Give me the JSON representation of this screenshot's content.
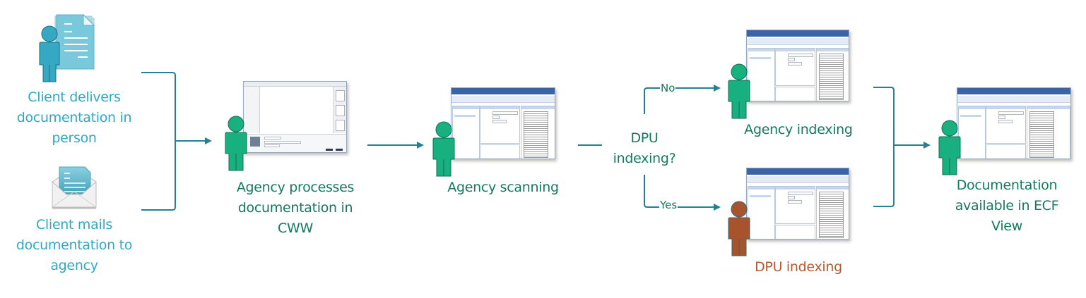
{
  "diagram": {
    "title": "Documentation intake and indexing workflow",
    "colors": {
      "client": "#2fa8c5",
      "agency": "#19b080",
      "agency_text": "#137a5e",
      "dpu": "#a8532c",
      "dpu_text": "#b35a2e",
      "connector": "#267f92"
    },
    "nodes": [
      {
        "id": "client-in-person",
        "icon": "person-with-documents-icon",
        "label_lines": [
          "Client delivers",
          "documentation in",
          "person"
        ]
      },
      {
        "id": "client-mails",
        "icon": "envelope-with-document-icon",
        "label_lines": [
          "Client mails",
          "documentation to",
          "agency"
        ]
      },
      {
        "id": "agency-processes",
        "icon": "agency-worker-at-cww-screen-icon",
        "label_lines": [
          "Agency processes",
          "documentation in",
          "CWW"
        ]
      },
      {
        "id": "agency-scanning",
        "icon": "agency-worker-at-screen-icon",
        "label_lines": [
          "Agency scanning"
        ]
      },
      {
        "id": "decision",
        "icon": "",
        "label_lines": [
          "DPU",
          "indexing?"
        ]
      },
      {
        "id": "agency-indexing",
        "icon": "agency-worker-at-screen-icon",
        "label_lines": [
          "Agency indexing"
        ]
      },
      {
        "id": "dpu-indexing",
        "icon": "dpu-worker-at-screen-icon",
        "label_lines": [
          "DPU indexing"
        ]
      },
      {
        "id": "ecf-view",
        "icon": "agency-worker-at-screen-icon",
        "label_lines": [
          "Documentation",
          "available in ECF",
          "View"
        ]
      }
    ],
    "edges": [
      {
        "from": "client-in-person",
        "to": "agency-processes",
        "label": ""
      },
      {
        "from": "client-mails",
        "to": "agency-processes",
        "label": ""
      },
      {
        "from": "agency-processes",
        "to": "agency-scanning",
        "label": ""
      },
      {
        "from": "agency-scanning",
        "to": "decision",
        "label": ""
      },
      {
        "from": "decision",
        "to": "agency-indexing",
        "label": "No"
      },
      {
        "from": "decision",
        "to": "dpu-indexing",
        "label": "Yes"
      },
      {
        "from": "agency-indexing",
        "to": "ecf-view",
        "label": ""
      },
      {
        "from": "dpu-indexing",
        "to": "ecf-view",
        "label": ""
      }
    ]
  }
}
